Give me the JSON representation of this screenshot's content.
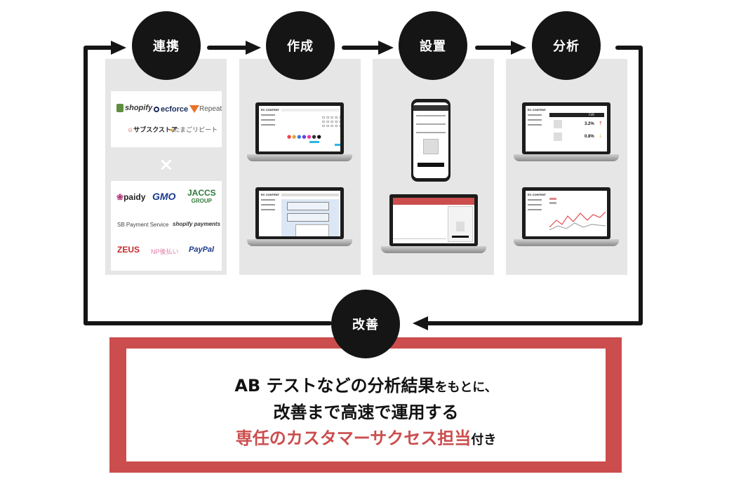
{
  "steps": {
    "link": "連携",
    "create": "作成",
    "install": "設置",
    "analyze": "分析",
    "improve": "改善"
  },
  "logos_top": [
    "shopify",
    "ecforce",
    "Repeat",
    "サブスクストア",
    "たまごリピート"
  ],
  "logos_bottom": [
    "paidy",
    "GMO",
    "JACCS",
    "GROUP",
    "SB Payment Service",
    "shopify payments",
    "ZEUS",
    "NP後払い",
    "PayPal"
  ],
  "cross": "×",
  "screen": {
    "brand": "EC CONTENT",
    "cvr_label": "CVR",
    "cvr_a": "3.2%",
    "cvr_b": "0.8%"
  },
  "message": {
    "line1_a": "AB テストなどの分析結果",
    "line1_b": "をもとに、",
    "line2": "改善まで高速で運用する",
    "line3_a": "専任のカスタマーサクセス担当",
    "line3_b": "付き"
  },
  "colors": {
    "accent": "#cc4d4d",
    "circle": "#151515",
    "panel": "#e6e6e6"
  }
}
